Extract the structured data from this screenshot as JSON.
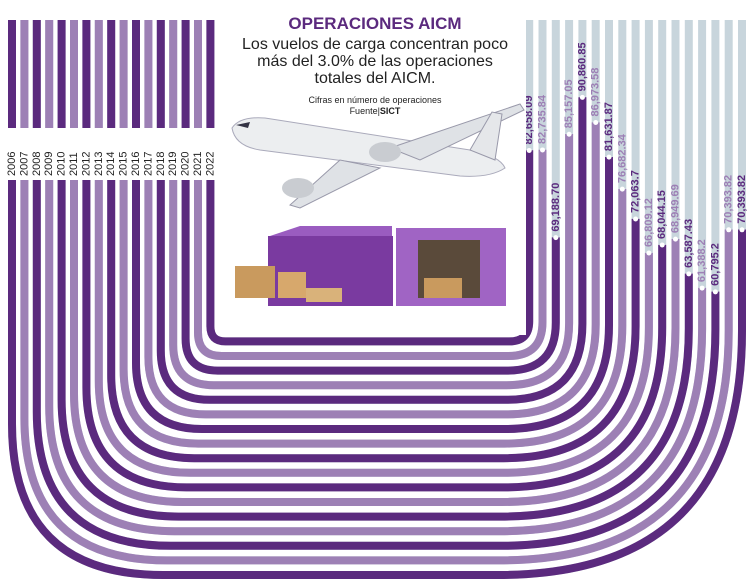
{
  "header": {
    "title": "OPERACIONES AICM",
    "subtitle": "Los vuelos de carga concentran poco más del 3.0% de las operaciones totales del AICM.",
    "units_note": "Cifras en número de operaciones",
    "source_label": "Fuente|",
    "source": "SICT"
  },
  "colors": {
    "dark": "#5b2a7e",
    "light": "#9d80b5",
    "track": "#c8d5dc"
  },
  "chart_data": {
    "type": "bar",
    "title": "OPERACIONES AICM",
    "subtitle": "Los vuelos de carga concentran poco más del 3.0% de las operaciones totales del AICM.",
    "ylabel": "Cifras en número de operaciones",
    "categories": [
      "2006",
      "2007",
      "2008",
      "2009",
      "2010",
      "2011",
      "2012",
      "2013",
      "2014",
      "2015",
      "2016",
      "2017",
      "2018",
      "2019",
      "2020",
      "2021",
      "2022"
    ],
    "values": [
      70393.82,
      70393.82,
      60795.2,
      61388.2,
      63587.43,
      68949.69,
      68044.15,
      66809.12,
      72063.7,
      76682.34,
      81631.87,
      86973.58,
      90860.85,
      85157.05,
      69188.7,
      82735.84,
      82658.09
    ],
    "labels": [
      "70,393.82",
      "70,393.82",
      "60,795.2",
      "61,388.2",
      "63,587.43",
      "68,949.69",
      "68,044.15",
      "66,809.12",
      "72,063.7",
      "76,682.34",
      "81,631.87",
      "86,973.58",
      "90,860.85",
      "85,157.05",
      "69,188.70",
      "82,735.84",
      "82,658.09"
    ],
    "legend": "none"
  }
}
